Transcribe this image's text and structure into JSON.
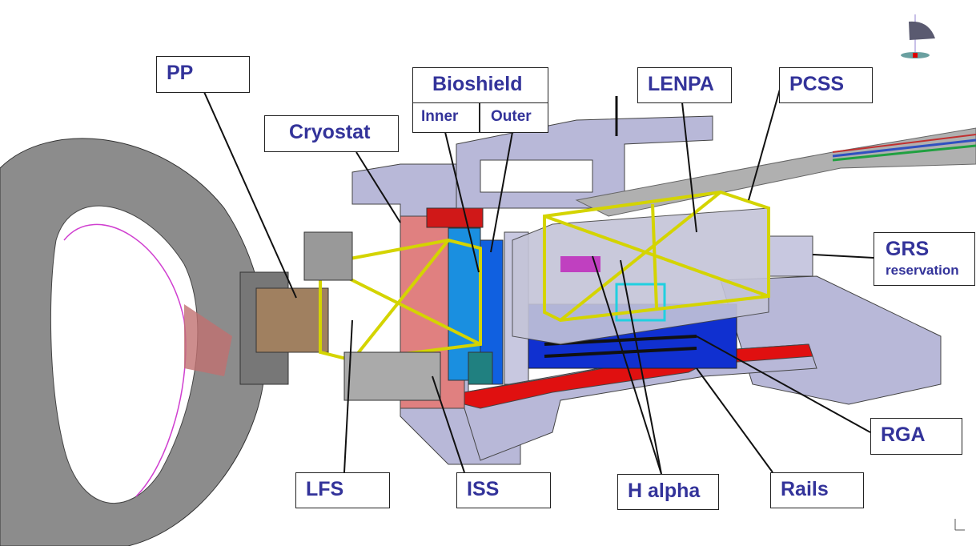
{
  "labels": {
    "pp": "PP",
    "cryostat": "Cryostat",
    "bioshield": "Bioshield",
    "inner": "Inner",
    "outer": "Outer",
    "lenpa": "LENPA",
    "pcss": "PCSS",
    "grs": "GRS",
    "grs_sub": "reservation",
    "rga": "RGA",
    "rails": "Rails",
    "halpha": "H alpha",
    "iss": "ISS",
    "lfs": "LFS"
  },
  "colors": {
    "label_text": "#33339a",
    "frame": "#d4d400",
    "structure": "#b8b8d8",
    "accent_red": "#e01010",
    "blue": "#1030d0"
  }
}
